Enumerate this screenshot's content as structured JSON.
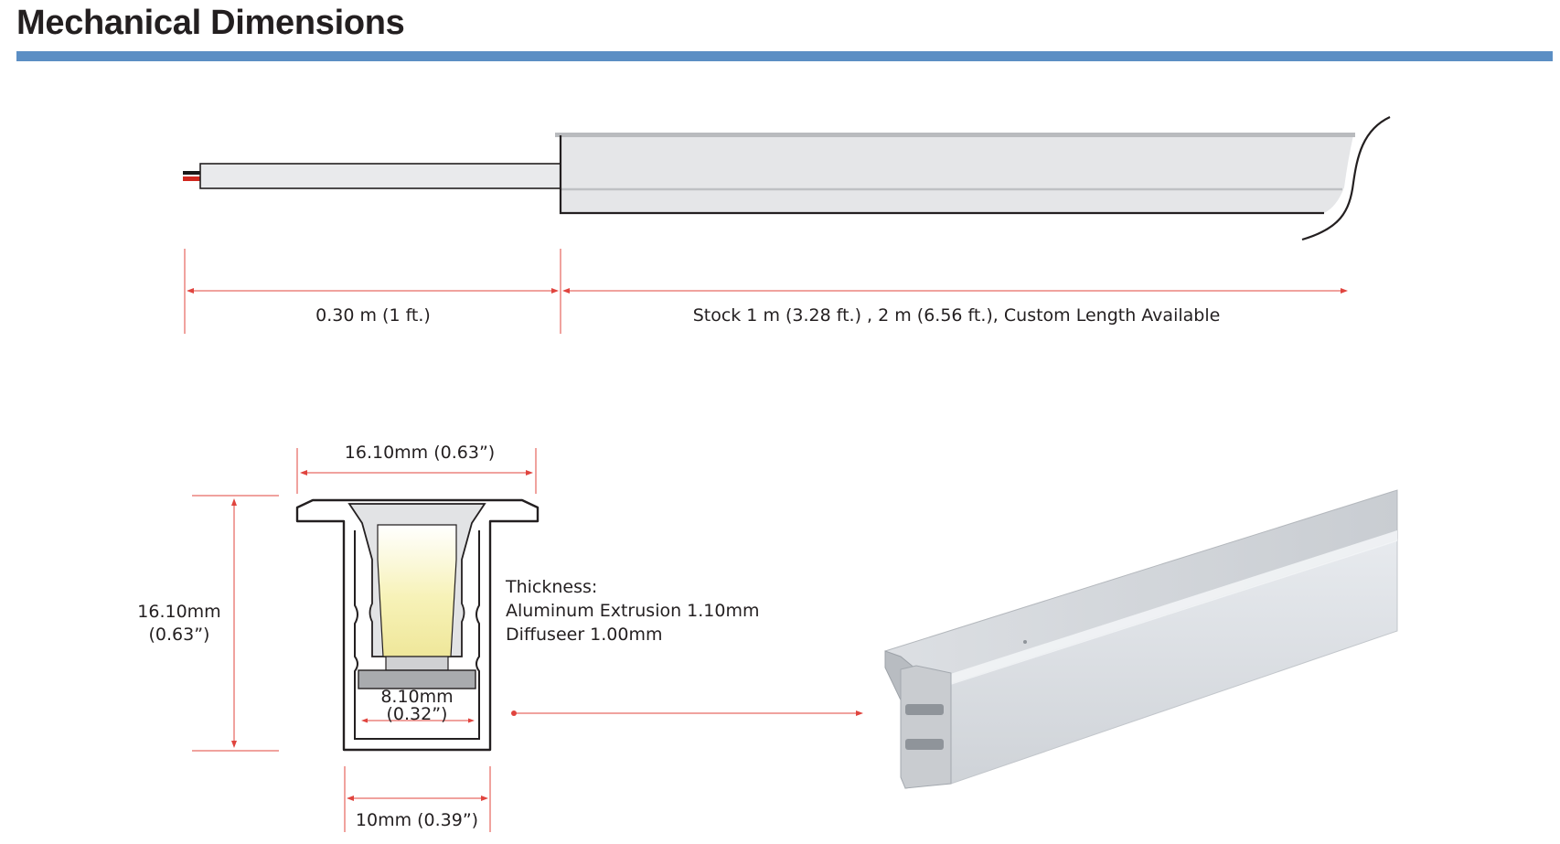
{
  "title": "Mechanical Dimensions",
  "colors": {
    "title_rule": "#5b8ec4",
    "dimension_line": "#e0443e",
    "outline": "#231f20",
    "profile_fill": "#e5e6e8",
    "diffuser_glow": "#f7f2b8"
  },
  "side_view": {
    "lead_length": "0.30 m (1 ft.)",
    "profile_length": "Stock 1 m (3.28 ft.) , 2 m (6.56 ft.), Custom Length Available"
  },
  "cross_section": {
    "width_top": "16.10mm (0.63”)",
    "height_line1": "16.10mm",
    "height_line2": "(0.63”)",
    "inner_width_line1": "8.10mm",
    "inner_width_line2": "(0.32”)",
    "bottom_width": "10mm (0.39”)"
  },
  "thickness": {
    "heading": "Thickness:",
    "aluminum": "Aluminum Extrusion 1.10mm",
    "diffuser": "Diffuseer 1.00mm"
  }
}
